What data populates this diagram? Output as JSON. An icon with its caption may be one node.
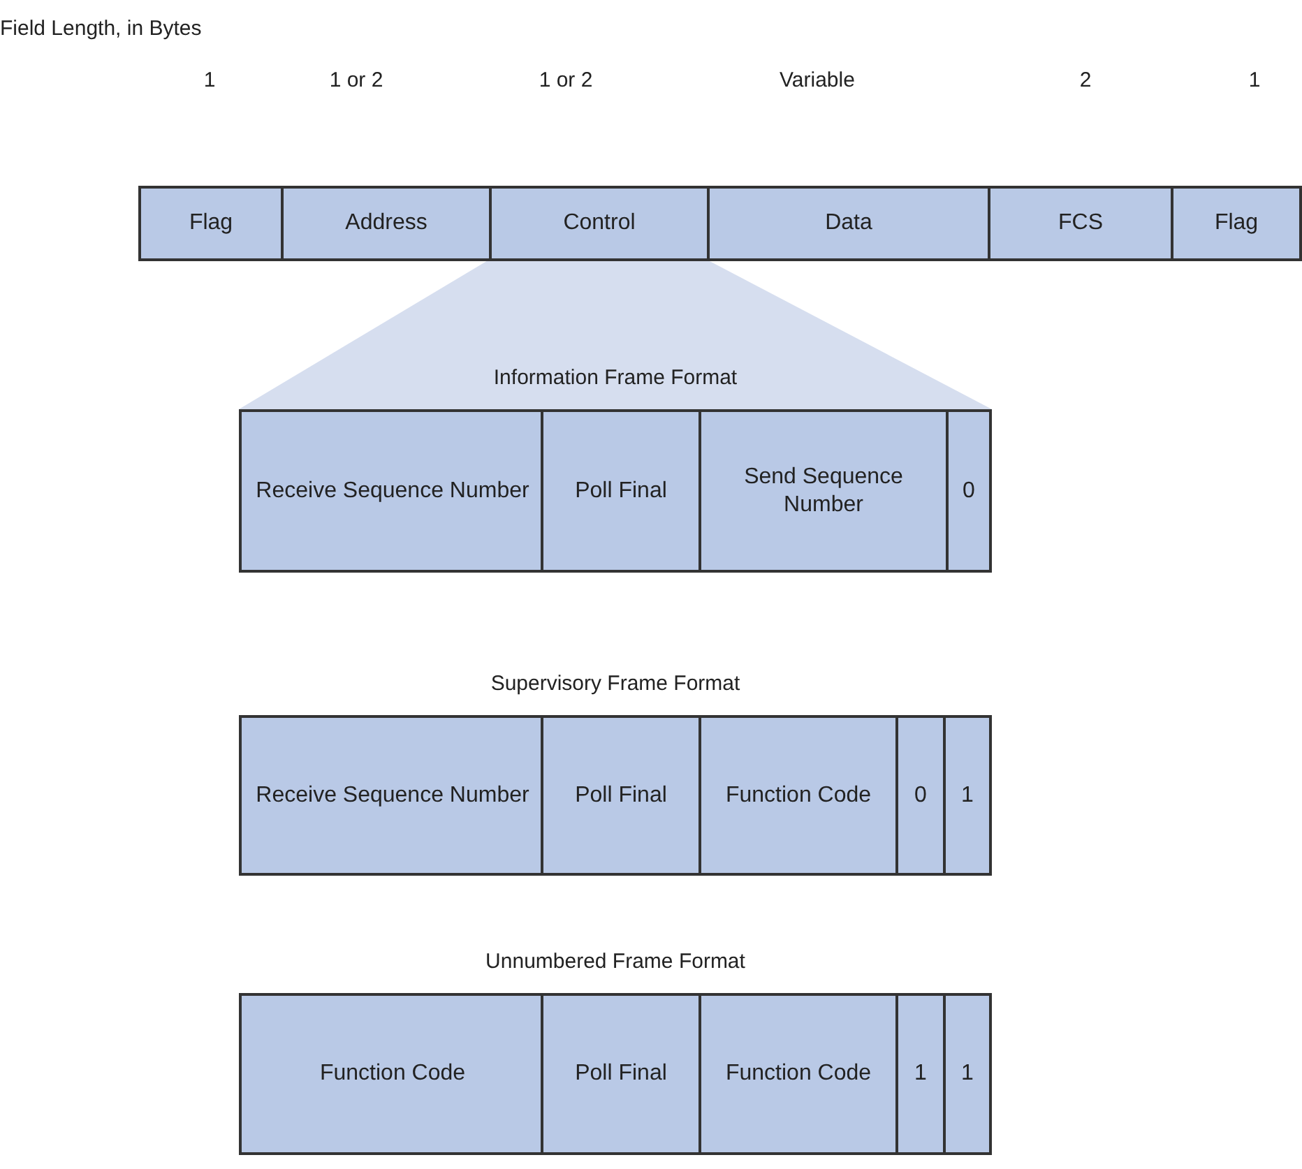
{
  "diagram": {
    "nodes": [
      {
        "text": [
          "Flag"
        ]
      },
      {
        "text": [
          "Address"
        ]
      },
      {
        "text": [
          "Control"
        ]
      },
      {
        "text": [
          "Data"
        ]
      },
      {
        "text": [
          "FCS"
        ]
      },
      {
        "text": [
          "Flag"
        ]
      },
      {
        "text": [
          "Information Frame Format"
        ]
      },
      {
        "text": [
          "Receive Sequence Number"
        ],
        "in": 6
      },
      {
        "text": [
          "Poll Final"
        ],
        "in": 6
      },
      {
        "text": [
          "Send Sequence Number"
        ],
        "in": 6
      },
      {
        "text": [
          "0"
        ],
        "in": 6
      },
      {
        "text": [
          "Supervisory Frame Format"
        ]
      },
      {
        "text": [
          "Receive Sequence Number"
        ],
        "in": 11
      },
      {
        "text": [
          "Poll Final"
        ],
        "in": 11
      },
      {
        "text": [
          "Function Code"
        ],
        "in": 11
      },
      {
        "text": [
          "0"
        ],
        "in": 11
      },
      {
        "text": [
          "1"
        ],
        "in": 11
      },
      {
        "text": [
          "Unnumbered Frame Format"
        ]
      },
      {
        "text": [
          "Function Code"
        ],
        "in": 17
      },
      {
        "text": [
          "Poll Final"
        ],
        "in": 17
      },
      {
        "text": [
          "Function Code"
        ],
        "in": 17
      },
      {
        "text": [
          "1"
        ],
        "in": 17
      },
      {
        "text": [
          "1"
        ],
        "in": 17
      }
    ],
    "labels": [
      "Field Length, in Bytes",
      "1",
      "1 or 2",
      "1 or 2",
      "Variable",
      "2",
      "1"
    ]
  }
}
